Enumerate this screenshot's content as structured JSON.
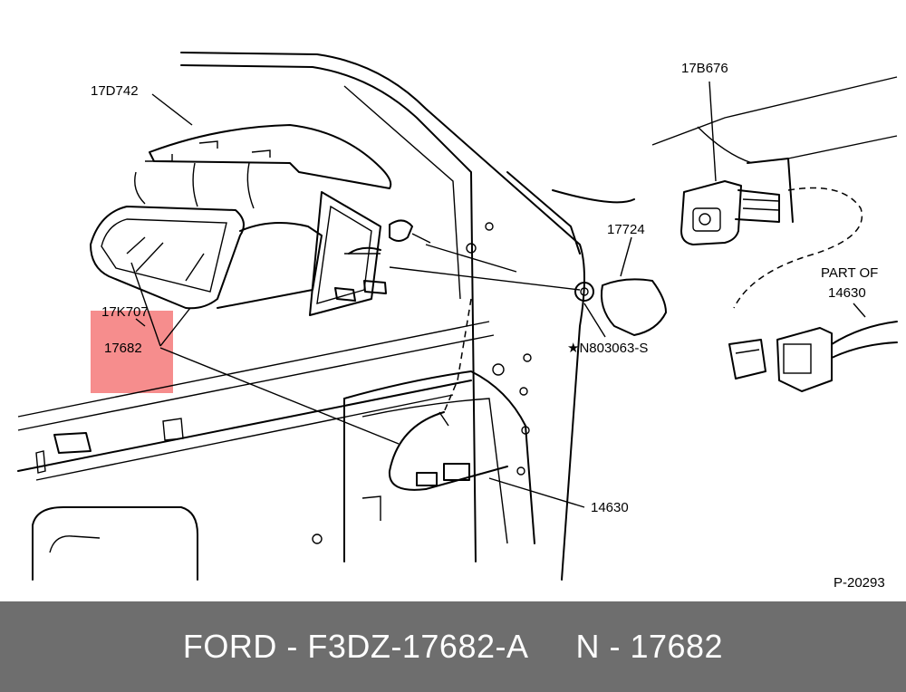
{
  "diagram": {
    "labels": {
      "glass": "17D742",
      "switch": "17B676",
      "cover": "17724",
      "part_of_line1": "PART OF",
      "part_of_line2": "14630",
      "housing": "17K707",
      "mirror": "17682",
      "nut": "★N803063-S",
      "harness": "14630",
      "figure_ref": "P-20293"
    },
    "highlight_color": "#f25c5c"
  },
  "footer": {
    "part_number": "FORD - F3DZ-17682-A",
    "reference": "N - 17682",
    "background": "#6e6e6e"
  }
}
